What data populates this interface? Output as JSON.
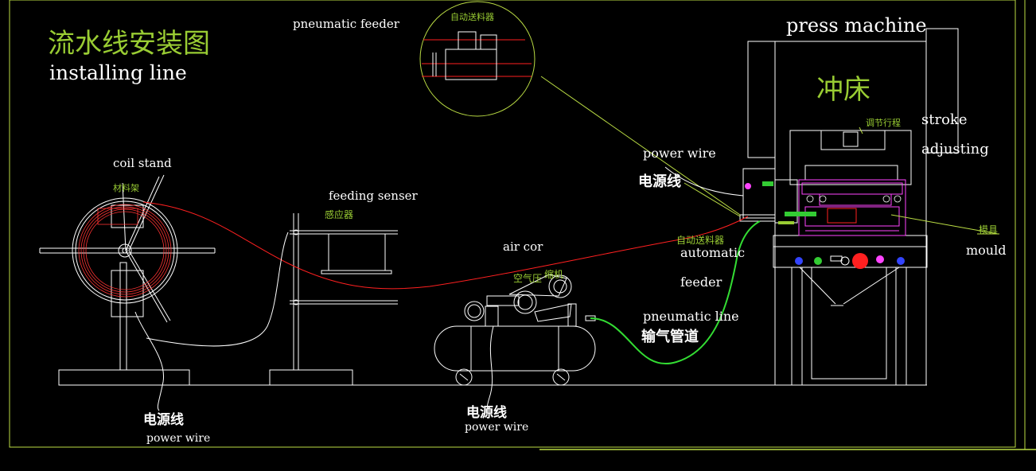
{
  "colors": {
    "background": "#000000",
    "line": "#ffffff",
    "accent_green": "#99cc33",
    "power_wire_red": "#ff2020",
    "pneumatic_green": "#33dd33",
    "mould_magenta": "#ff44ff",
    "coil_red": "#ff3333",
    "border_yellow_green": "#bbdd44"
  },
  "title": {
    "chinese": "流水线安装图",
    "english": "installing line"
  },
  "labels": {
    "pneumatic_feeder": "pneumatic feeder",
    "auto_feeder_detail": "自动送料器",
    "press_machine": "press machine",
    "press_cn": "冲床",
    "stroke": "stroke",
    "adjusting": "adjusting",
    "stroke_adjust_cn": "调节行程",
    "power_wire_top": "power wire",
    "power_wire_top_cn": "电源线",
    "coil_stand": "coil stand",
    "coil_stand_cn": "材料架",
    "feeding_senser": "feeding senser",
    "sensor_cn": "感应器",
    "air_compressor": "air cor",
    "air_compressor_cn_a": "空气压",
    "air_compressor_cn_b": "缩机",
    "auto_feeder_cn": "自动送料器",
    "automatic": "automatic",
    "feeder": "feeder",
    "pneumatic_line": "pneumatic line",
    "pneumatic_line_cn": "输气管道",
    "mould_cn": "模具",
    "mould": "mould",
    "power_wire_left_cn": "电源线",
    "power_wire_left": "power wire",
    "power_wire_mid_cn": "电源线",
    "power_wire_mid": "power wire"
  }
}
